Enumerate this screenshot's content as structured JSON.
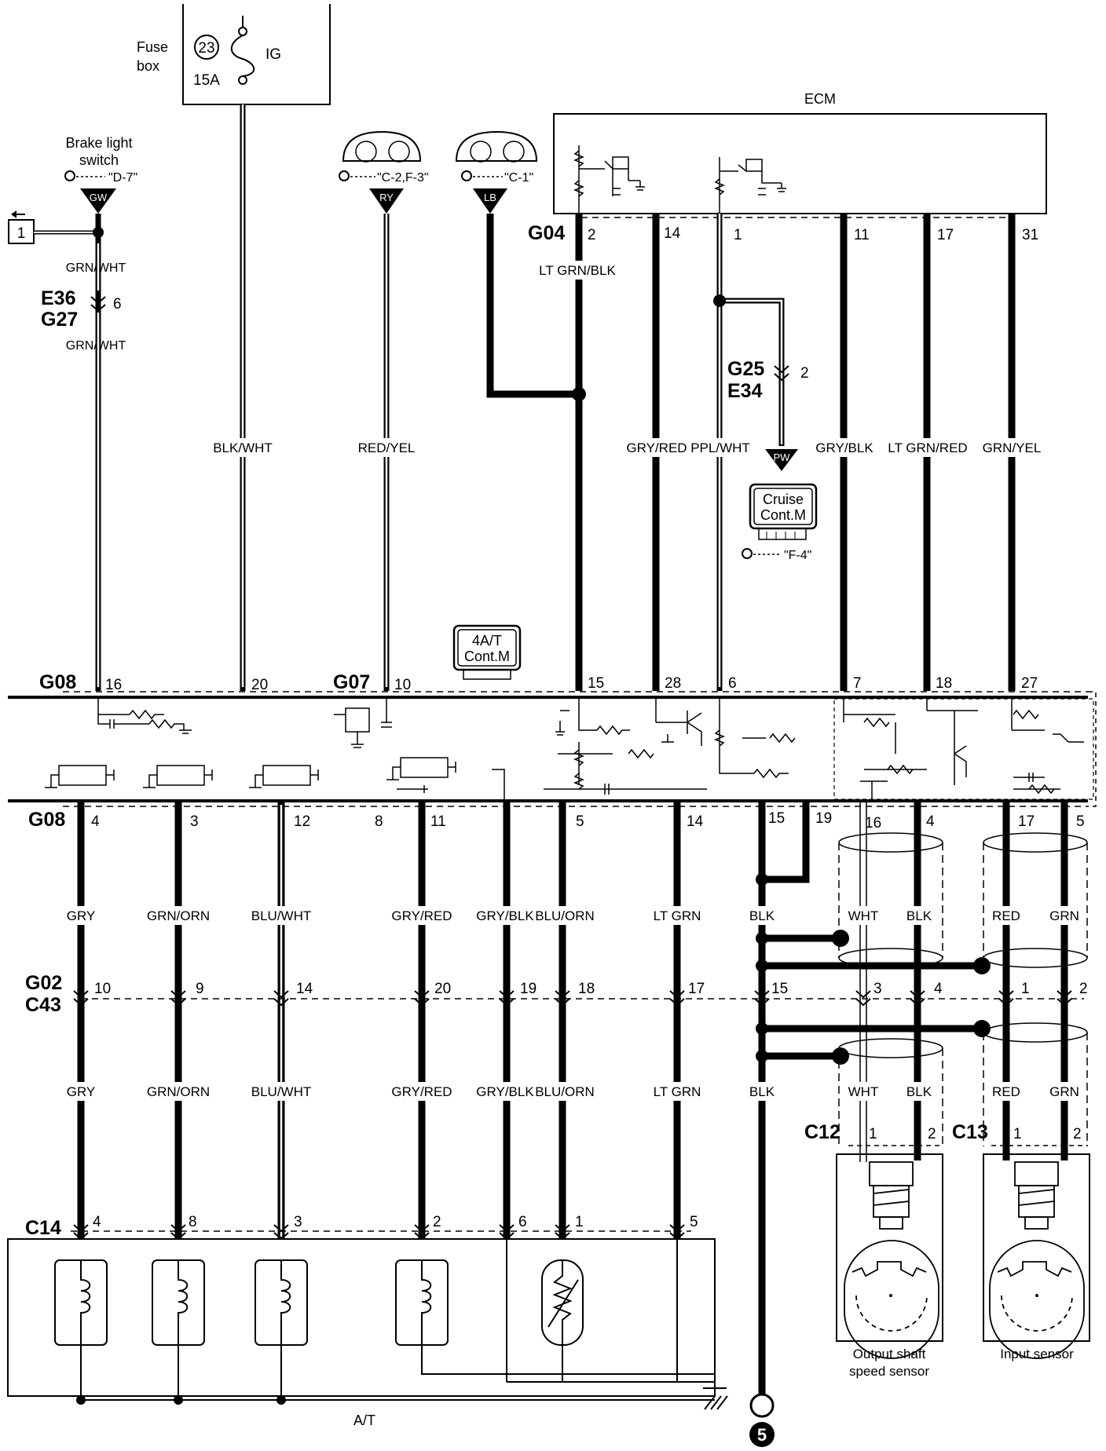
{
  "fuse_box": {
    "label_line1": "Fuse",
    "label_line2": "box",
    "fuse_number": "23",
    "fuse_rating": "15A",
    "circuit": "IG"
  },
  "ecm": {
    "label": "ECM",
    "connector": "G04",
    "pins": [
      "2",
      "14",
      "1",
      "11",
      "17",
      "31"
    ]
  },
  "brake_switch": {
    "label_line1": "Brake light",
    "label_line2": "switch",
    "ref": "\"D-7\"",
    "terminal": "GW",
    "wire_top": "GRN/WHT",
    "wire_bottom": "GRN/WHT",
    "conn_a": "E36",
    "conn_b": "G27",
    "conn_pin": "6",
    "arrow_box": "1"
  },
  "meters": {
    "left_ref": "\"C-2,F-3\"",
    "left_terminal": "RY",
    "right_ref": "\"C-1\"",
    "right_terminal": "LB"
  },
  "cruise": {
    "line1": "Cruise",
    "line2": "Cont.M",
    "ref": "\"F-4\"",
    "terminal": "PW",
    "conn_a": "G25",
    "conn_b": "E34",
    "conn_pin": "2"
  },
  "tcm": {
    "line1": "4A/T",
    "line2": "Cont.M"
  },
  "wires_upper": {
    "w1": "BLK/WHT",
    "w2": "RED/YEL",
    "w3": "LT GRN/BLK",
    "w4": "GRY/RED",
    "w5": "PPL/WHT",
    "w6": "GRY/BLK",
    "w7": "LT GRN/RED",
    "w8": "GRN/YEL"
  },
  "tcm_top": {
    "conn1": "G08",
    "conn2": "G07",
    "pins": [
      "16",
      "20",
      "10",
      "15",
      "28",
      "6",
      "7",
      "18",
      "27"
    ]
  },
  "tcm_bottom": {
    "conn": "G08",
    "pins": [
      "4",
      "3",
      "12",
      "8",
      "11",
      "5",
      "14",
      "15",
      "19",
      "16",
      "4",
      "17",
      "5"
    ]
  },
  "wires_lower": [
    "GRY",
    "GRN/ORN",
    "BLU/WHT",
    "GRY/RED",
    "GRY/BLK",
    "BLU/ORN",
    "LT GRN",
    "BLK"
  ],
  "sensor_wires": {
    "a1": "WHT",
    "a2": "BLK",
    "b1": "RED",
    "b2": "GRN"
  },
  "joint": {
    "conn_a": "G02",
    "conn_b": "C43",
    "pins": [
      "10",
      "9",
      "14",
      "20",
      "19",
      "18",
      "17",
      "15",
      "3",
      "4",
      "1",
      "2"
    ]
  },
  "at": {
    "connector": "C14",
    "pins": [
      "4",
      "8",
      "3",
      "2",
      "6",
      "1",
      "5"
    ],
    "label": "A/T"
  },
  "sensors": {
    "output": {
      "connector": "C12",
      "pin1": "1",
      "pin2": "2",
      "line1": "Output shaft",
      "line2": "speed sensor"
    },
    "input": {
      "connector": "C13",
      "pin1": "1",
      "pin2": "2",
      "label": "Input sensor"
    }
  },
  "ground": {
    "number": "5"
  }
}
